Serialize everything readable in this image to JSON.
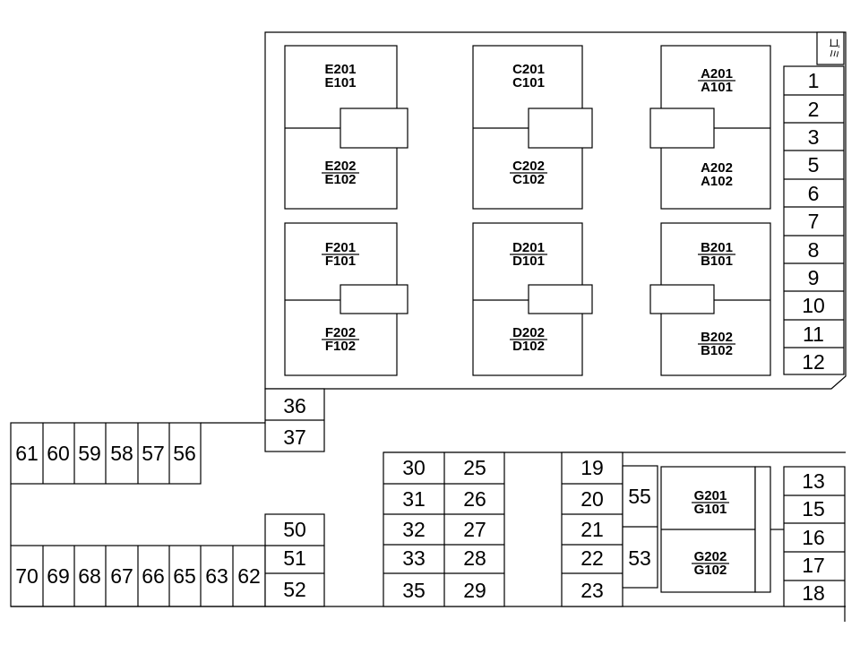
{
  "trash_label": "ゴミ",
  "parking_right_column": [
    "1",
    "2",
    "3",
    "5",
    "6",
    "7",
    "8",
    "9",
    "10",
    "11",
    "12"
  ],
  "parking_36_37": [
    "36",
    "37"
  ],
  "parking_left_top": [
    "61",
    "60",
    "59",
    "58",
    "57",
    "56"
  ],
  "parking_left_bottom": [
    "70",
    "69",
    "68",
    "67",
    "66",
    "65",
    "63",
    "62"
  ],
  "parking_50_52": [
    "50",
    "51",
    "52"
  ],
  "parking_mid_col_a": [
    "30",
    "31",
    "32",
    "33",
    "35"
  ],
  "parking_mid_col_b": [
    "25",
    "26",
    "27",
    "28",
    "29"
  ],
  "parking_right_col_a": [
    "19",
    "20",
    "21",
    "22",
    "23"
  ],
  "parking_55_53": [
    "55",
    "53"
  ],
  "parking_bottom_right": [
    "13",
    "15",
    "16",
    "17",
    "18"
  ],
  "buildings": {
    "E": {
      "upper": [
        "E201",
        "E101"
      ],
      "lower": [
        "E202",
        "E102"
      ]
    },
    "C": {
      "upper": [
        "C201",
        "C101"
      ],
      "lower": [
        "C202",
        "C102"
      ]
    },
    "A": {
      "upper": [
        "A201",
        "A101"
      ],
      "lower": [
        "A202",
        "A102"
      ]
    },
    "F": {
      "upper": [
        "F201",
        "F101"
      ],
      "lower": [
        "F202",
        "F102"
      ]
    },
    "D": {
      "upper": [
        "D201",
        "D101"
      ],
      "lower": [
        "D202",
        "D102"
      ]
    },
    "B": {
      "upper": [
        "B201",
        "B101"
      ],
      "lower": [
        "B202",
        "B102"
      ]
    },
    "G": {
      "upper": [
        "G201",
        "G101"
      ],
      "lower": [
        "G202",
        "G102"
      ]
    }
  }
}
